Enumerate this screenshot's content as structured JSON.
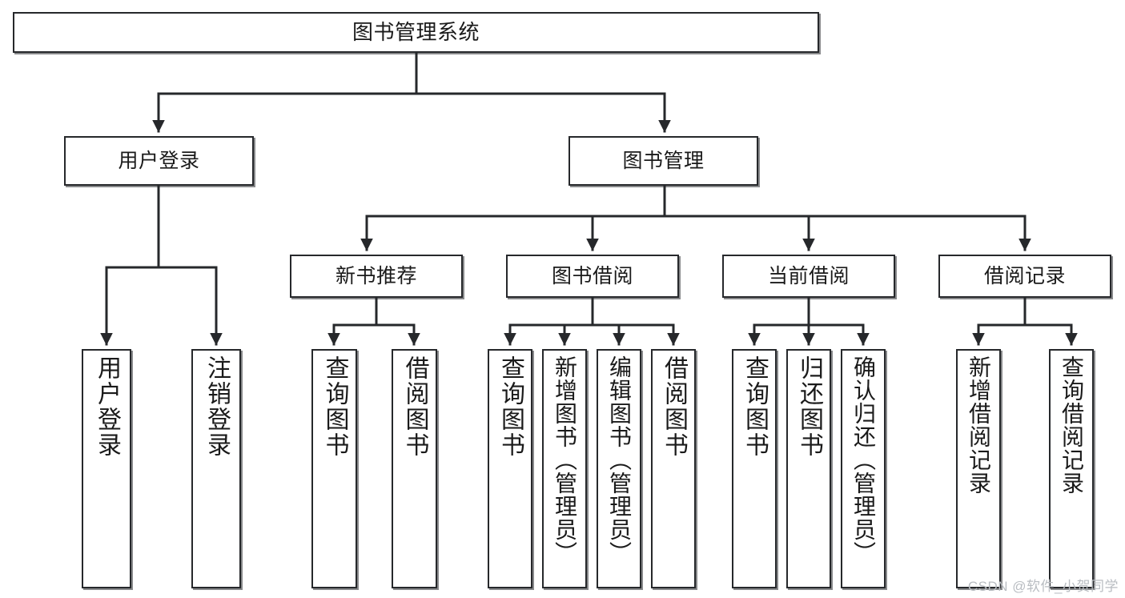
{
  "diagram": {
    "title": "图书管理系统",
    "watermark": "CSDN @软件_小贺同学",
    "accent_color": "#26282b",
    "background_color": "#ffffff"
  },
  "nodes": {
    "root": {
      "label": "图书管理系统"
    },
    "level2": [
      {
        "label": "用户登录"
      },
      {
        "label": "图书管理"
      }
    ],
    "level3": [
      {
        "label": "新书推荐"
      },
      {
        "label": "图书借阅"
      },
      {
        "label": "当前借阅"
      },
      {
        "label": "借阅记录"
      }
    ],
    "leaves": {
      "user_login": [
        {
          "label": "用户登录"
        },
        {
          "label": "注销登录"
        }
      ],
      "new_book": [
        {
          "label": "查询图书"
        },
        {
          "label": "借阅图书"
        }
      ],
      "book_borrow": [
        {
          "label": "查询图书"
        },
        {
          "label": "新增图书（管理员）"
        },
        {
          "label": "编辑图书（管理员）"
        },
        {
          "label": "借阅图书"
        }
      ],
      "current_borrow": [
        {
          "label": "查询图书"
        },
        {
          "label": "归还图书"
        },
        {
          "label": "确认归还（管理员）"
        }
      ],
      "borrow_record": [
        {
          "label": "新增借阅记录"
        },
        {
          "label": "查询借阅记录"
        }
      ]
    }
  },
  "chart_data": {
    "type": "table",
    "title": "图书管理系统 功能结构图",
    "hierarchy": [
      {
        "label": "图书管理系统",
        "children": [
          {
            "label": "用户登录",
            "children": [
              {
                "label": "用户登录"
              },
              {
                "label": "注销登录"
              }
            ]
          },
          {
            "label": "图书管理",
            "children": [
              {
                "label": "新书推荐",
                "children": [
                  {
                    "label": "查询图书"
                  },
                  {
                    "label": "借阅图书"
                  }
                ]
              },
              {
                "label": "图书借阅",
                "children": [
                  {
                    "label": "查询图书"
                  },
                  {
                    "label": "新增图书（管理员）"
                  },
                  {
                    "label": "编辑图书（管理员）"
                  },
                  {
                    "label": "借阅图书"
                  }
                ]
              },
              {
                "label": "当前借阅",
                "children": [
                  {
                    "label": "查询图书"
                  },
                  {
                    "label": "归还图书"
                  },
                  {
                    "label": "确认归还（管理员）"
                  }
                ]
              },
              {
                "label": "借阅记录",
                "children": [
                  {
                    "label": "新增借阅记录"
                  },
                  {
                    "label": "查询借阅记录"
                  }
                ]
              }
            ]
          }
        ]
      }
    ]
  }
}
